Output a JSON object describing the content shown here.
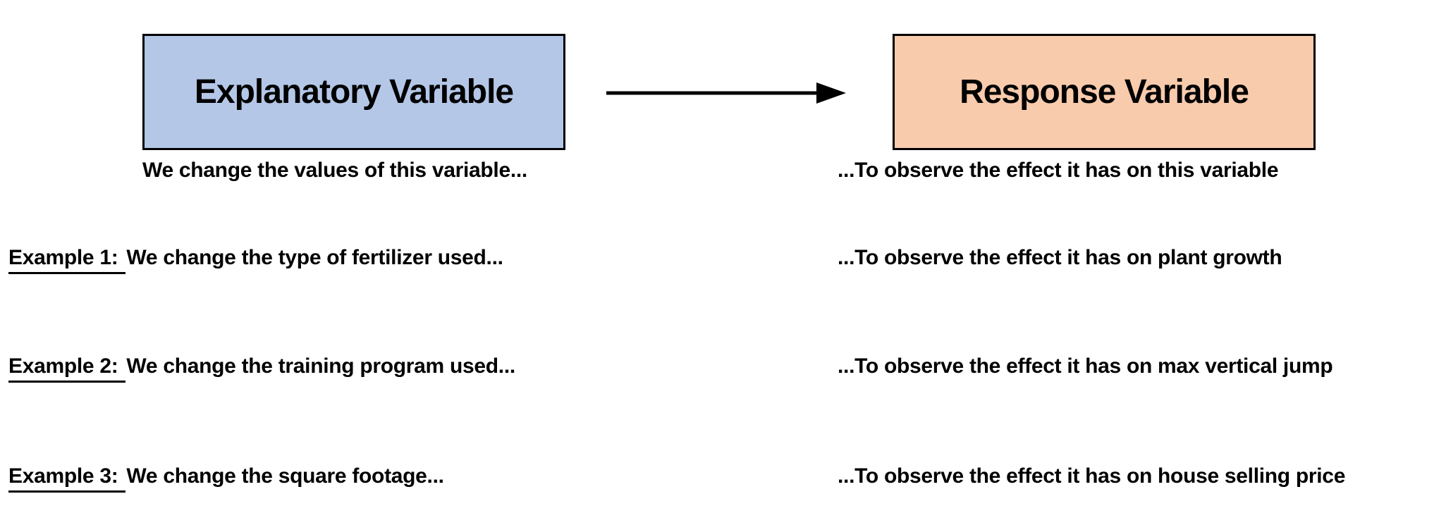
{
  "diagram": {
    "boxes": {
      "explanatory": {
        "label": "Explanatory Variable",
        "fill": "#B4C7E7",
        "border_color": "#000000",
        "caption": "We change the values of this variable..."
      },
      "response": {
        "label": "Response Variable",
        "fill": "#F8CBAD",
        "border_color": "#000000",
        "caption": "...To observe the effect it has on this variable"
      }
    },
    "arrow": {
      "direction": "left-to-right",
      "color": "#000000"
    }
  },
  "examples": [
    {
      "label": "Example 1:",
      "change": "We change the type of fertilizer used...",
      "observe": "...To observe the effect it has on plant growth"
    },
    {
      "label": "Example 2:",
      "change": "We change the training program used...",
      "observe": "...To observe the effect it has on max vertical jump"
    },
    {
      "label": "Example 3:",
      "change": "We change the square footage...",
      "observe": "...To observe the effect it has on house selling price"
    }
  ],
  "colors": {
    "background": "#FFFFFF",
    "text": "#000000",
    "explanatory_fill": "#B4C7E7",
    "response_fill": "#F8CBAD",
    "border": "#000000"
  }
}
